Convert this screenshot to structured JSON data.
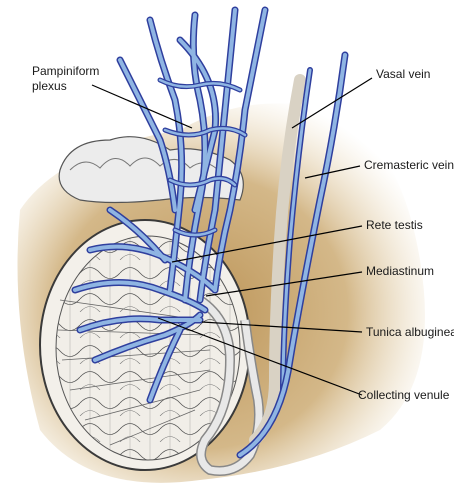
{
  "labels": {
    "pampiniform_line1": "Pampiniform",
    "pampiniform_line2": "plexus",
    "vasal_vein": "Vasal vein",
    "cremasteric_vein": "Cremasteric vein",
    "rete_testis": "Rete testis",
    "mediastinum": "Mediastinum",
    "tunica_albuginea": "Tunica albuginea",
    "collecting_venule": "Collecting venule"
  },
  "colors": {
    "vein_fill": "#8fb5e3",
    "vein_outline": "#2f3f9e",
    "background_tissue": "#c9a66b",
    "testis_outline": "#3a3a3a",
    "epididymis": "#ececec"
  }
}
